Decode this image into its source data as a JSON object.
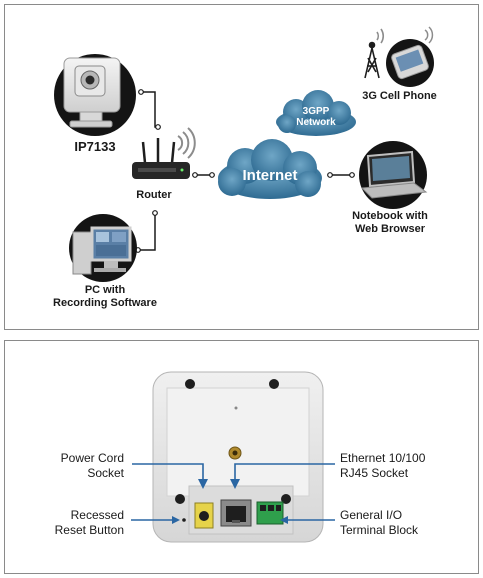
{
  "network_diagram": {
    "nodes": {
      "camera": {
        "label": "IP7133"
      },
      "router": {
        "label": "Router"
      },
      "internet": {
        "label": "Internet"
      },
      "gpp": {
        "line1": "3GPP",
        "line2": "Network"
      },
      "phone": {
        "label": "3G Cell Phone"
      },
      "notebook": {
        "line1": "Notebook with",
        "line2": "Web Browser"
      },
      "pc": {
        "line1": "PC with",
        "line2": "Recording Software"
      }
    }
  },
  "rear_panel": {
    "callouts": {
      "power": {
        "line1": "Power Cord",
        "line2": "Socket"
      },
      "reset": {
        "line1": "Recessed",
        "line2": "Reset Button"
      },
      "ethernet": {
        "line1": "Ethernet 10/100",
        "line2": "RJ45 Socket"
      },
      "io": {
        "line1": "General I/O",
        "line2": "Terminal Block"
      }
    }
  },
  "colors": {
    "cloud": "#3f7fa6",
    "cloud_text": "#ffffff",
    "node_circle": "#141414",
    "arrow": "#2a66a3",
    "panel_border": "#8a8a8a"
  }
}
